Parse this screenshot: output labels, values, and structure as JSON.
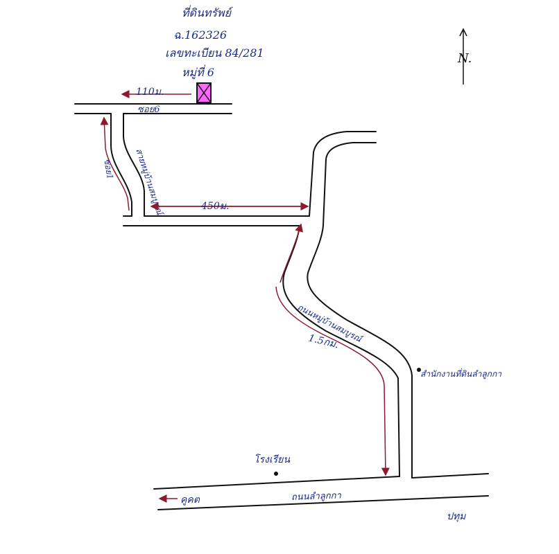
{
  "property": {
    "title": "ที่ดินทรัพย์",
    "deed": "ฉ.162326",
    "address": "เลขทะเบียน 84/281",
    "moo": "หมู่ที่ 6"
  },
  "compass": {
    "label": "N."
  },
  "distances": {
    "soi_offset": "110ม.",
    "segment_450": "450ม.",
    "segment_15km": "1.5กม."
  },
  "roads": {
    "soi6": "ซอย6",
    "side_road_a": "ซอย1",
    "side_road_b": "สายหมู่บ้านสมบูรณ์",
    "main_curve": "ถนนหมู่บ้านสมบูรณ์",
    "bottom_road": "ถนนลำลูกกา"
  },
  "landmarks": {
    "school": "โรงเรียน",
    "office": "สำนักงานที่ดินลำลูกกา"
  },
  "directions": {
    "left": "คูคต",
    "right": "ปทุม"
  },
  "colors": {
    "ink_blue": "#1a2a8a",
    "route_red": "#8b1a2e",
    "plot_fill": "#ff66ff"
  }
}
